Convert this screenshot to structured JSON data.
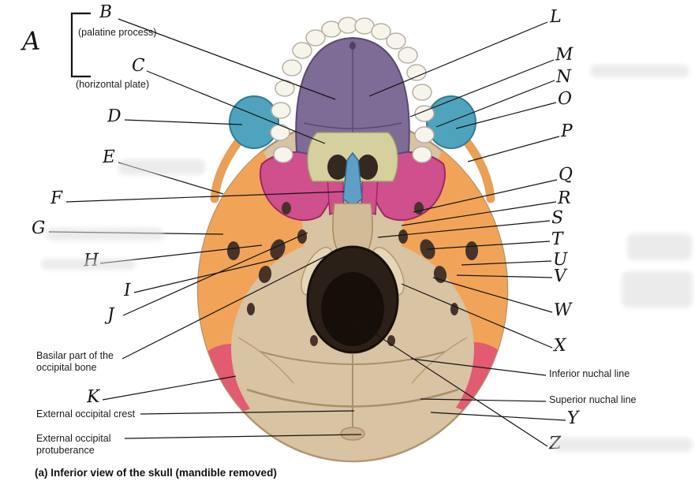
{
  "caption": "(a) Inferior view of the skull (mandible removed)",
  "colors": {
    "cranium_tan": "#d8c3a3",
    "temporal_orange": "#f1a458",
    "sphenoid_magenta": "#d04f8d",
    "zygomatic_teal": "#4fa3bd",
    "palate_purple": "#7e6b96",
    "palatine_olive": "#d6d09e",
    "vomer_blue": "#5d9fc7",
    "accent_red": "#e25b70",
    "leader_line": "#141414"
  },
  "letter_labels": [
    {
      "id": "A",
      "text": "A"
    },
    {
      "id": "B",
      "text": "B"
    },
    {
      "id": "C",
      "text": "C"
    },
    {
      "id": "D",
      "text": "D"
    },
    {
      "id": "E",
      "text": "E"
    },
    {
      "id": "F",
      "text": "F"
    },
    {
      "id": "G",
      "text": "G"
    },
    {
      "id": "H",
      "text": "H"
    },
    {
      "id": "I",
      "text": "I"
    },
    {
      "id": "J",
      "text": "J"
    },
    {
      "id": "K",
      "text": "K"
    },
    {
      "id": "L",
      "text": "L"
    },
    {
      "id": "M",
      "text": "M"
    },
    {
      "id": "N",
      "text": "N"
    },
    {
      "id": "O",
      "text": "O"
    },
    {
      "id": "P",
      "text": "P"
    },
    {
      "id": "Q",
      "text": "Q"
    },
    {
      "id": "R",
      "text": "R"
    },
    {
      "id": "S",
      "text": "S"
    },
    {
      "id": "T",
      "text": "T"
    },
    {
      "id": "U",
      "text": "U"
    },
    {
      "id": "V",
      "text": "V"
    },
    {
      "id": "W",
      "text": "W"
    },
    {
      "id": "X",
      "text": "X"
    },
    {
      "id": "Y",
      "text": "Y"
    },
    {
      "id": "Z",
      "text": "Z"
    }
  ],
  "text_labels": [
    {
      "id": "palatine-process",
      "text": "(palatine process)"
    },
    {
      "id": "horizontal-plate",
      "text": "(horizontal plate)"
    },
    {
      "id": "basilar",
      "text": "Basilar part of the\noccipital bone"
    },
    {
      "id": "external-occipital-crest",
      "text": "External occipital crest"
    },
    {
      "id": "external-occipital-protuberance",
      "text": "External occipital\nprotuberance"
    },
    {
      "id": "inferior-nuchal-line",
      "text": "Inferior nuchal line"
    },
    {
      "id": "superior-nuchal-line",
      "text": "Superior nuchal line"
    }
  ]
}
